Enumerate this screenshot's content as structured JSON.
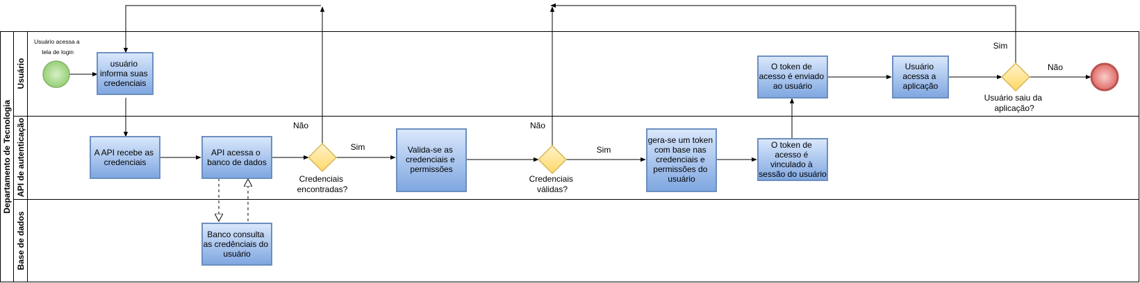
{
  "pool": {
    "title": "Departamento de Tecnologia"
  },
  "lanes": {
    "usuario": "Usuário",
    "api": "API de autenticação",
    "base": "Base de dados"
  },
  "start_label": [
    "Usuário acessa a",
    "tela de login"
  ],
  "tasks": {
    "informa": [
      "usuário",
      "informa suas",
      "credenciais"
    ],
    "api_recebe": [
      "A API recebe as",
      "credenciais"
    ],
    "api_acessa": [
      "API acessa o",
      "banco de dados"
    ],
    "banco_consulta": [
      "Banco consulta",
      "as credênciais do",
      "usuário"
    ],
    "valida": [
      "Valida-se as",
      "credenciais e",
      "permissões"
    ],
    "gera_token": [
      "gera-se um token",
      "com base nas",
      "credenciais e",
      "permissões do",
      "usuário"
    ],
    "token_vinculado": [
      "O token de",
      "acesso é",
      "vinculado à",
      "sessão do usuário"
    ],
    "token_enviado": [
      "O token de",
      "acesso é enviado",
      "ao usuário"
    ],
    "usuario_acessa": [
      "Usuário",
      "acessa a",
      "aplicação"
    ]
  },
  "gateways": {
    "encontradas": [
      "Credenciais",
      "encontradas?"
    ],
    "validas": [
      "Credenciais",
      "válidas?"
    ],
    "saiu": [
      "Usuário saiu da",
      "aplicação?"
    ]
  },
  "edge_labels": {
    "encontradas_nao": "Não",
    "encontradas_sim": "Sim",
    "validas_nao": "Não",
    "validas_sim": "Sim",
    "saiu_sim": "Sim",
    "saiu_nao": "Não"
  },
  "colors": {
    "task_fill_top": "#dae8fc",
    "task_fill_bottom": "#7ea6e0",
    "task_stroke": "#6c8ebf",
    "gateway_fill_top": "#fff2cc",
    "gateway_fill_bottom": "#ffd966",
    "gateway_stroke": "#d6b656",
    "start_fill": "#b9e0a5",
    "start_stroke": "#82b366",
    "end_fill": "#ea6b66",
    "end_stroke": "#b85450"
  }
}
